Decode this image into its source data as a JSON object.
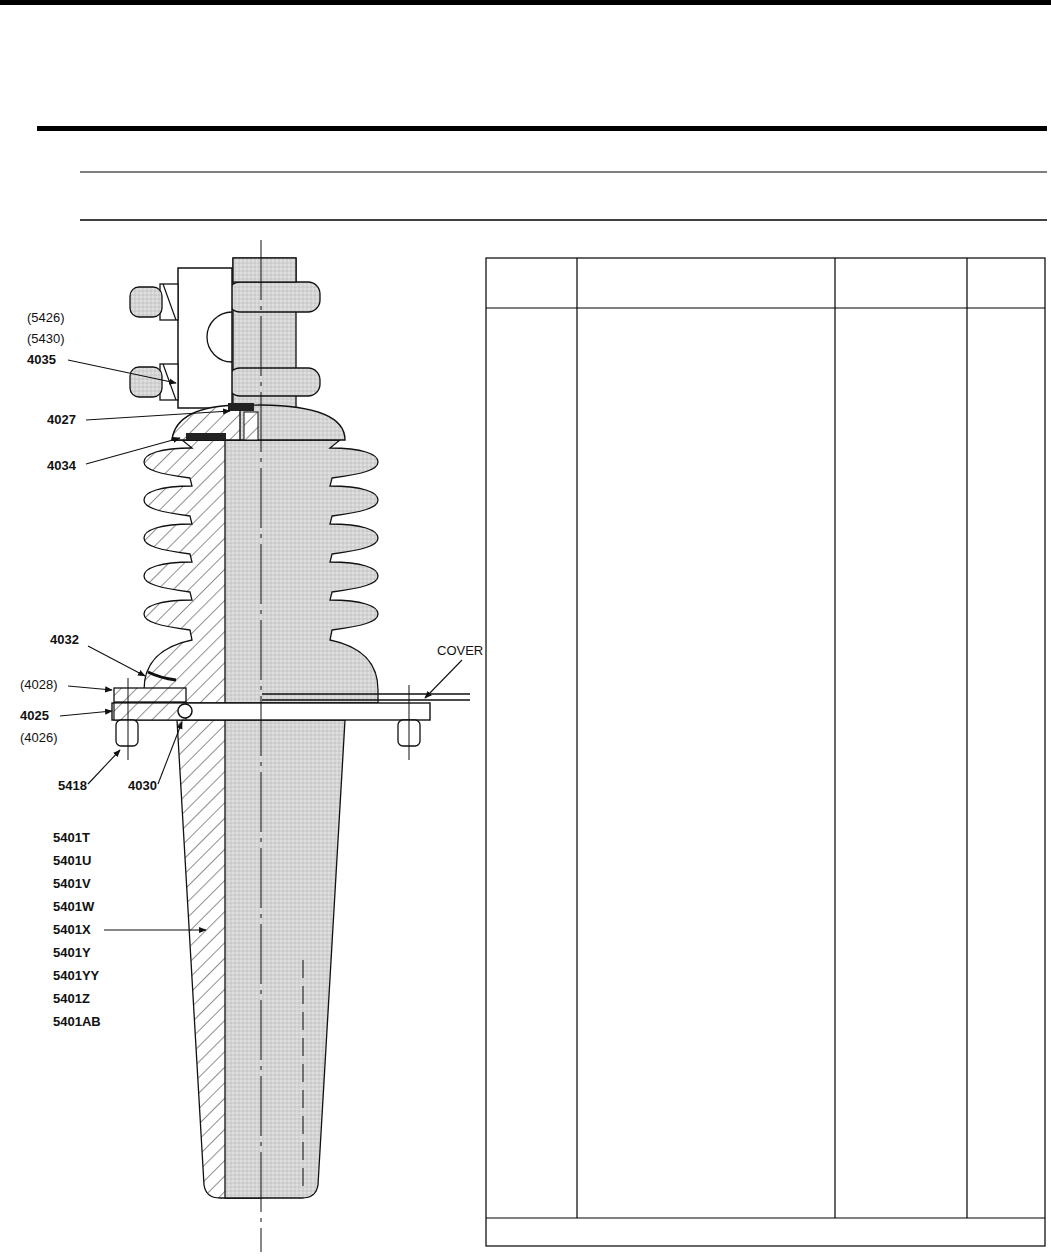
{
  "diagram": {
    "labels": [
      "(5426)",
      "(5430)",
      "4035",
      "4027",
      "4034",
      "4032",
      "(4028)",
      "4025",
      "(4026)",
      "5418",
      "4030",
      "5401T",
      "5401U",
      "5401V",
      "5401W",
      "5401X",
      "5401Y",
      "5401YY",
      "5401Z",
      "5401AB",
      "COVER"
    ]
  }
}
